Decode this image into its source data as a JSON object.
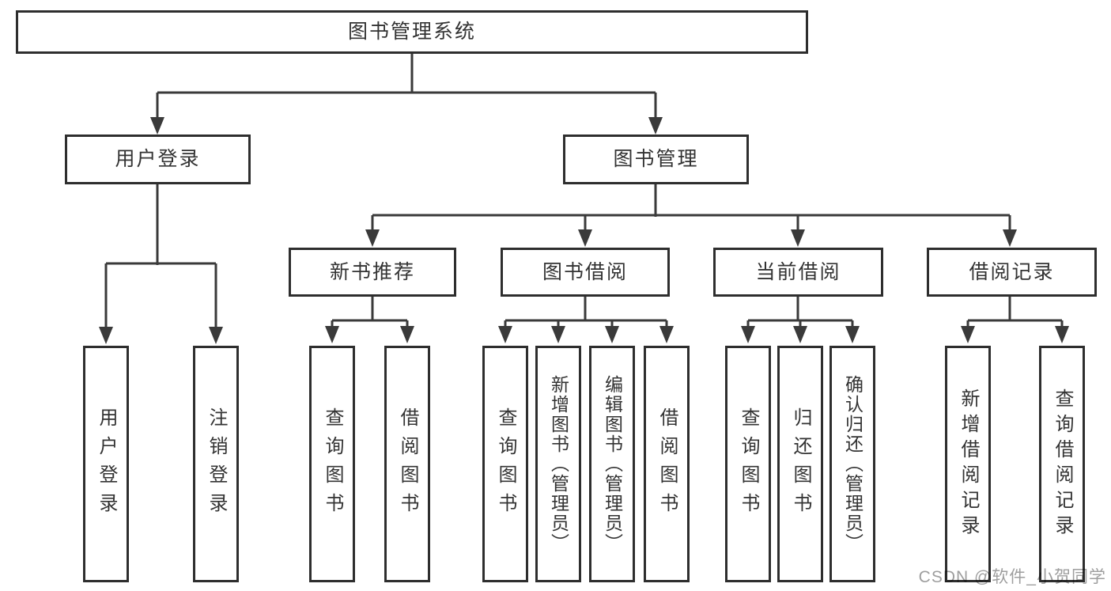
{
  "diagram_title": "图书管理系统",
  "nodes": {
    "root": {
      "label": "图书管理系统"
    },
    "level2": [
      {
        "label": "用户登录",
        "parent": "图书管理系统"
      },
      {
        "label": "图书管理",
        "parent": "图书管理系统"
      }
    ],
    "level3": [
      {
        "label": "新书推荐",
        "parent": "图书管理"
      },
      {
        "label": "图书借阅",
        "parent": "图书管理"
      },
      {
        "label": "当前借阅",
        "parent": "图书管理"
      },
      {
        "label": "借阅记录",
        "parent": "图书管理"
      }
    ],
    "leaves": [
      {
        "label": "用户登录",
        "parent": "用户登录"
      },
      {
        "label": "注销登录",
        "parent": "用户登录"
      },
      {
        "label": "查询图书",
        "parent": "新书推荐"
      },
      {
        "label": "借阅图书",
        "parent": "新书推荐"
      },
      {
        "label": "查询图书",
        "parent": "图书借阅"
      },
      {
        "label": "新增图书（管理员）",
        "parent": "图书借阅"
      },
      {
        "label": "编辑图书（管理员）",
        "parent": "图书借阅"
      },
      {
        "label": "借阅图书",
        "parent": "图书借阅"
      },
      {
        "label": "查询图书",
        "parent": "当前借阅"
      },
      {
        "label": "归还图书",
        "parent": "当前借阅"
      },
      {
        "label": "确认归还（管理员）",
        "parent": "当前借阅"
      },
      {
        "label": "新增借阅记录",
        "parent": "借阅记录"
      },
      {
        "label": "查询借阅记录",
        "parent": "借阅记录"
      }
    ]
  },
  "watermark": {
    "text": "CSDN @软件_小贺同学"
  },
  "colors": {
    "line": "#3a3a3a",
    "box_border": "#2e2e2e",
    "box_background": "#ffffff",
    "text": "#333333",
    "watermark_text": "#9e9e9e",
    "page_background": "#ffffff"
  }
}
